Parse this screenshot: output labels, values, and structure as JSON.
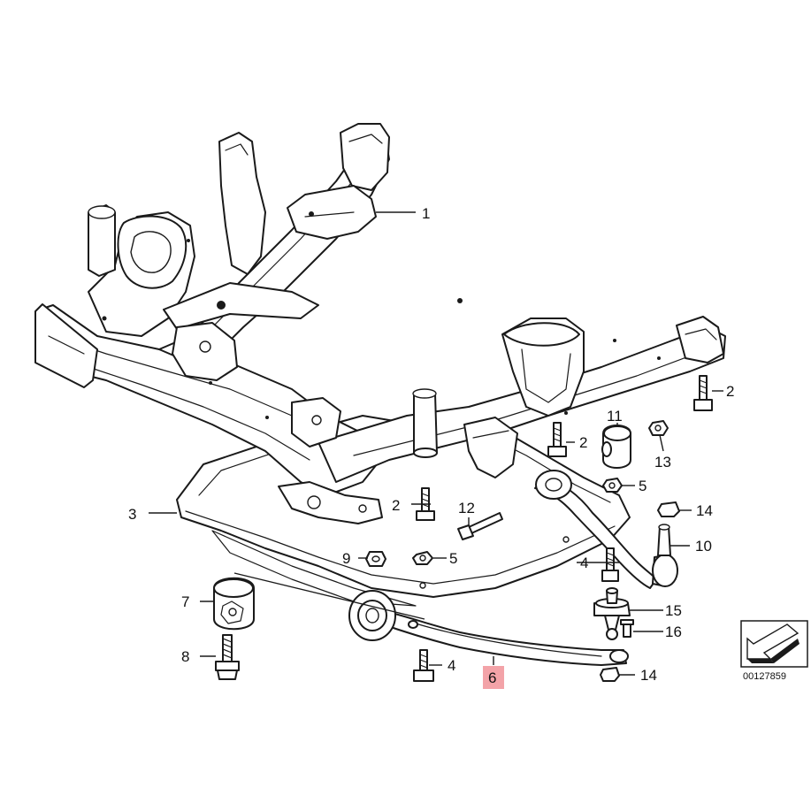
{
  "callouts": [
    {
      "id": "c1",
      "label": "1"
    },
    {
      "id": "c2a",
      "label": "2"
    },
    {
      "id": "c2b",
      "label": "2"
    },
    {
      "id": "c2c",
      "label": "2"
    },
    {
      "id": "c3",
      "label": "3"
    },
    {
      "id": "c4a",
      "label": "4"
    },
    {
      "id": "c4b",
      "label": "4"
    },
    {
      "id": "c5a",
      "label": "5"
    },
    {
      "id": "c5b",
      "label": "5"
    },
    {
      "id": "c6",
      "label": "6",
      "highlighted": true
    },
    {
      "id": "c7",
      "label": "7"
    },
    {
      "id": "c8",
      "label": "8"
    },
    {
      "id": "c9",
      "label": "9"
    },
    {
      "id": "c10",
      "label": "10"
    },
    {
      "id": "c11",
      "label": "11"
    },
    {
      "id": "c12",
      "label": "12"
    },
    {
      "id": "c13",
      "label": "13"
    },
    {
      "id": "c14a",
      "label": "14"
    },
    {
      "id": "c14b",
      "label": "14"
    },
    {
      "id": "c15",
      "label": "15"
    },
    {
      "id": "c16",
      "label": "16"
    }
  ],
  "highlight_color": "#f3a3a8",
  "diagram_code": "00127859",
  "orientation_icon": "arrow-orientation-icon"
}
